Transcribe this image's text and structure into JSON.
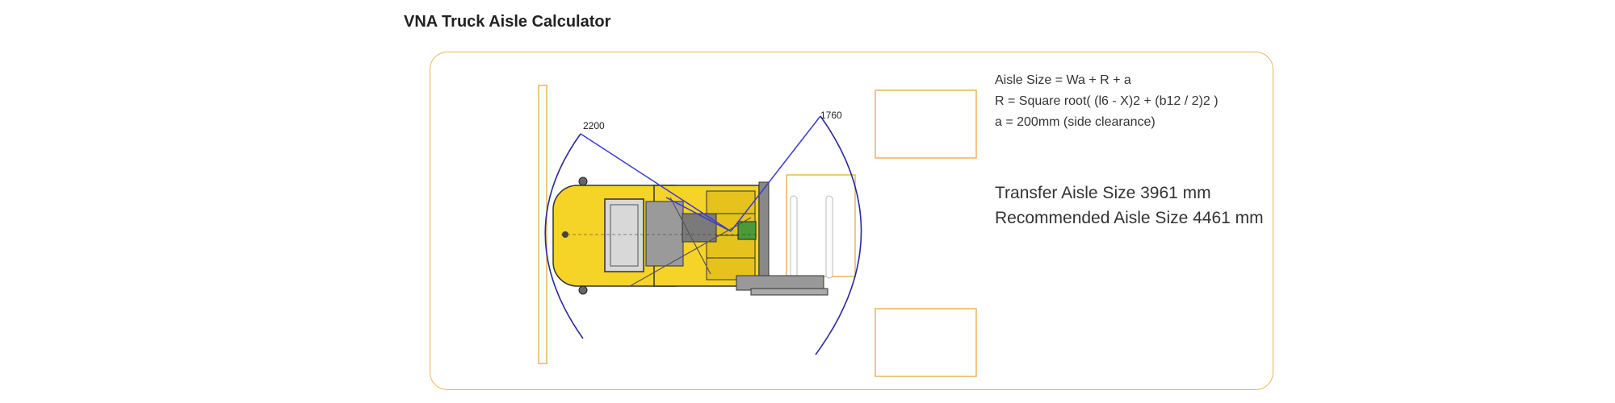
{
  "title": "VNA Truck Aisle Calculator",
  "dimensions": {
    "left_radius_label": "2200",
    "right_radius_label": "1760"
  },
  "formulas": {
    "aisle": "Aisle Size = Wa + R + a",
    "r": "R = Square root( (l6 - X)2 + (b12 / 2)2 )",
    "clearance": "a = 200mm (side clearance)"
  },
  "results": {
    "transfer": "Transfer Aisle Size 3961 mm",
    "recommended": "Recommended Aisle Size 4461 mm"
  },
  "colors": {
    "accent_border": "#e9b65a",
    "truck_yellow": "#f5d327",
    "radius_line": "#3a3ad6",
    "arc": "#2a2a9a"
  }
}
